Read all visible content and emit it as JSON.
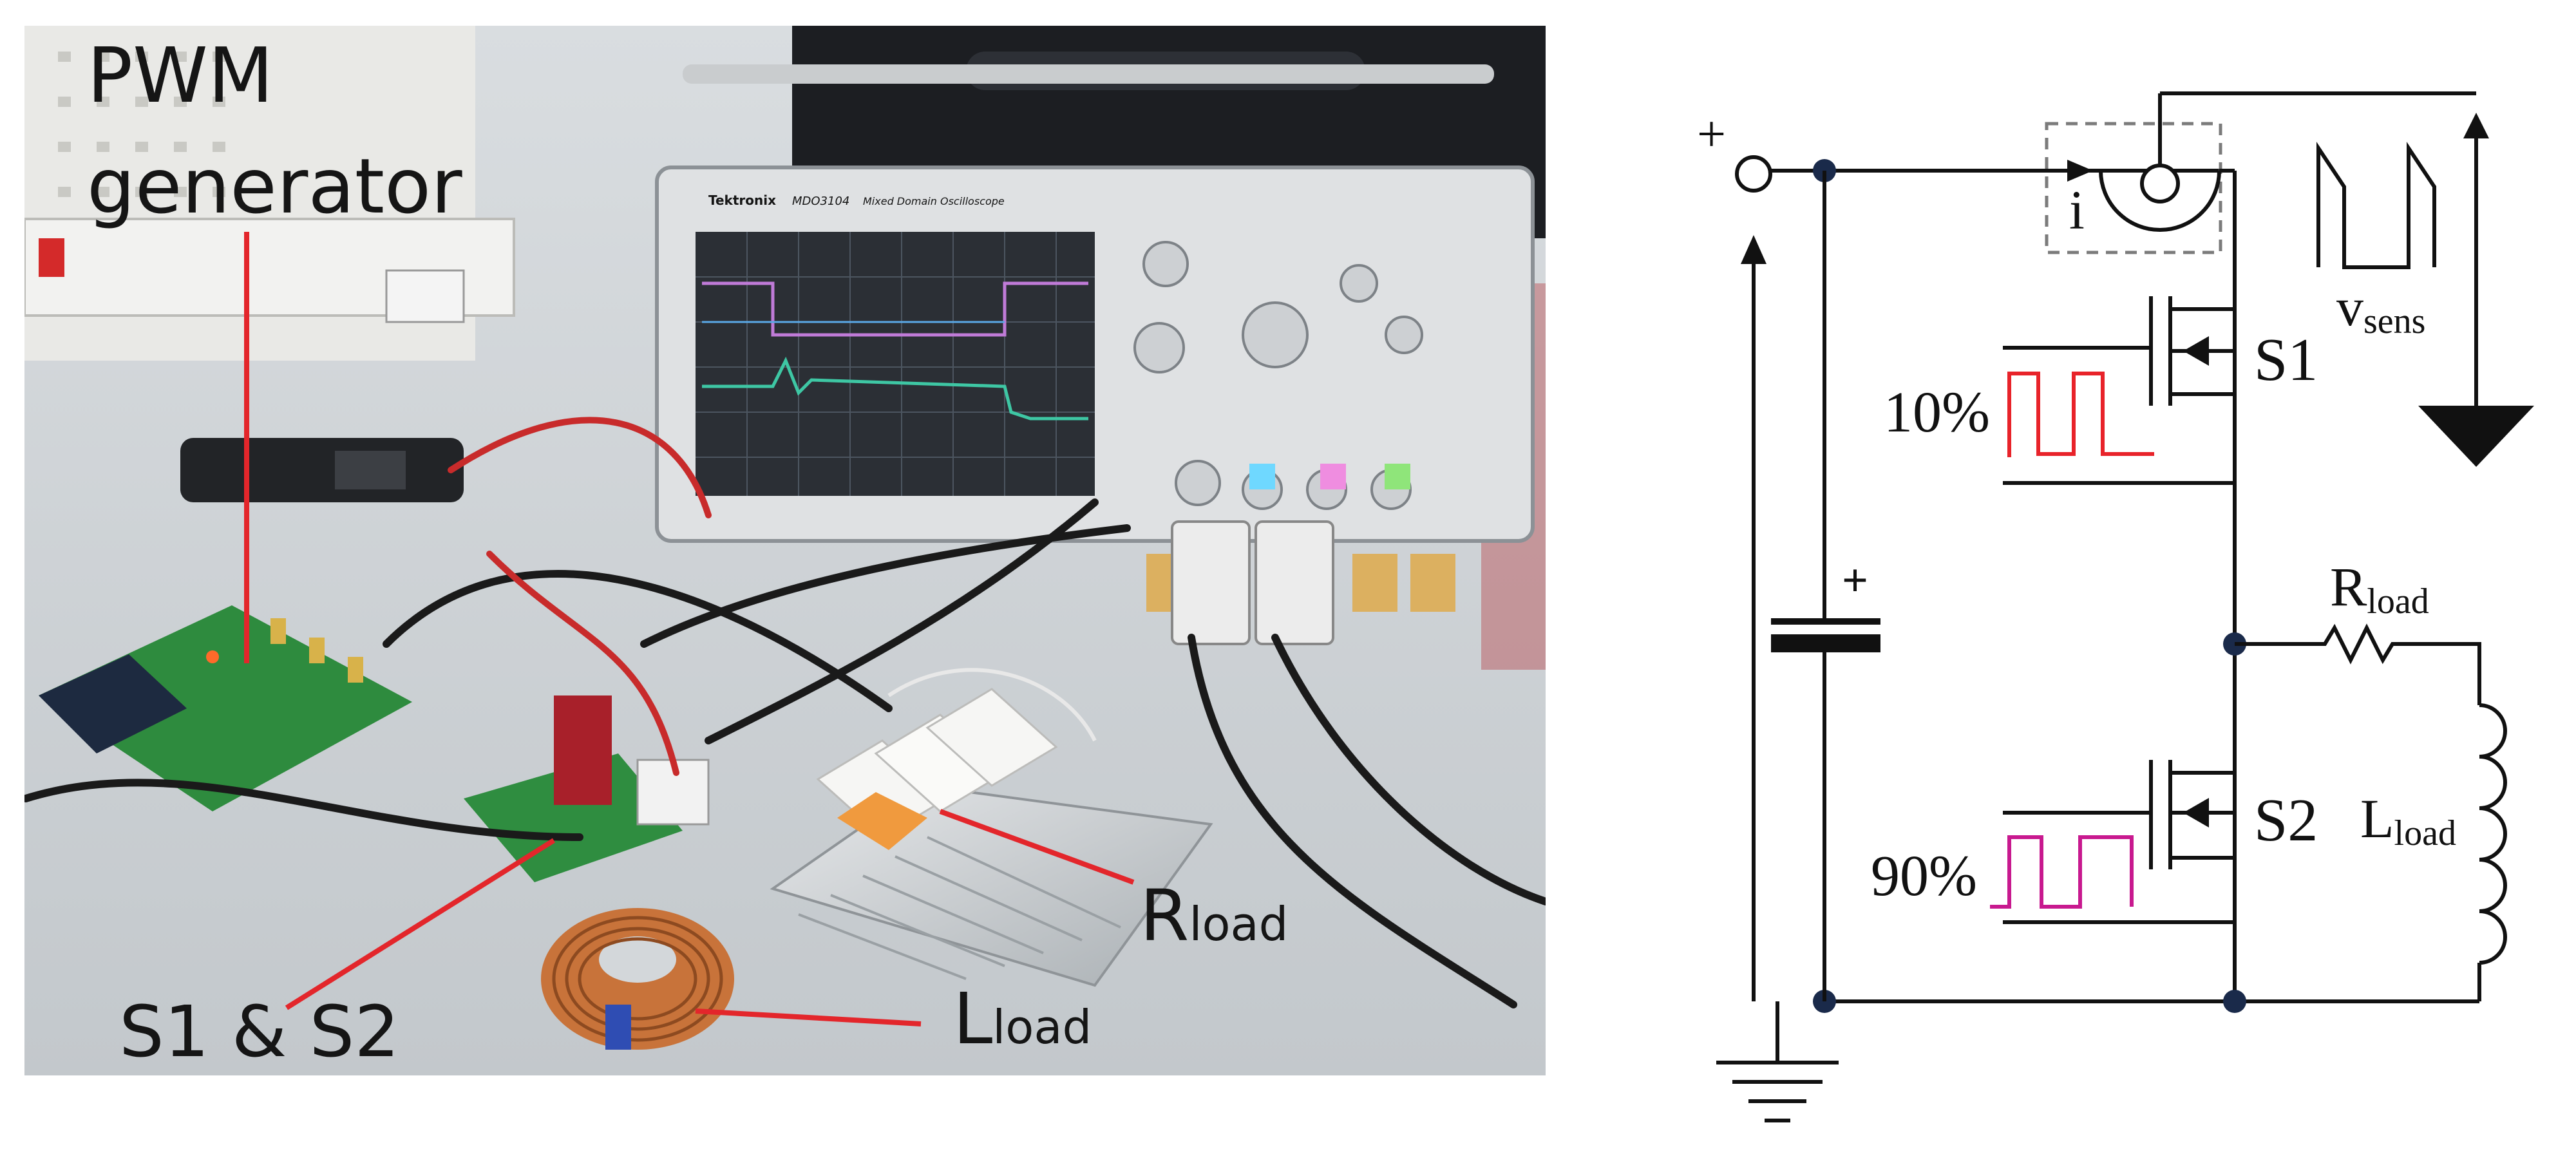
{
  "photo": {
    "labels": {
      "pwm_line1": "PWM",
      "pwm_line2": "generator",
      "switches": "S1 & S2",
      "r_main": "R",
      "r_sub": "load",
      "l_main": "L",
      "l_sub": "load"
    },
    "scope_brand": "Tektronix",
    "scope_model": "MDO3104",
    "scope_desc": "Mixed Domain Oscilloscope",
    "colors": {
      "pointer": "#e3262b"
    }
  },
  "circuit": {
    "plus": "+",
    "cap_plus": "+",
    "sensor_label": "i",
    "s1": "S1",
    "s2": "S2",
    "duty_s1": "10%",
    "duty_s2": "90%",
    "vsens_main": "v",
    "vsens_sub": "sens",
    "rload_main": "R",
    "rload_sub": "load",
    "lload_main": "L",
    "lload_sub": "load",
    "colors": {
      "duty_s1": "#e8232a",
      "duty_s2": "#c8198f",
      "wire": "#111111"
    }
  }
}
